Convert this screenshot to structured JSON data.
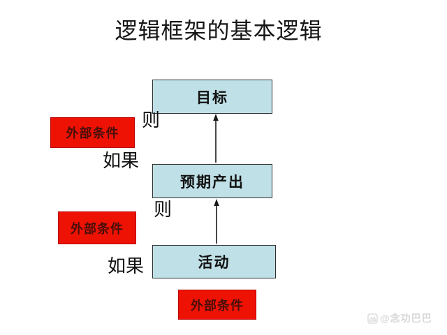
{
  "title": "逻辑框架的基本逻辑",
  "diagram": {
    "nodes": [
      {
        "id": "goal",
        "label": "目标"
      },
      {
        "id": "output",
        "label": "预期产出"
      },
      {
        "id": "activity",
        "label": "活动"
      }
    ],
    "conditions": [
      {
        "label": "外部条件"
      },
      {
        "label": "外部条件"
      },
      {
        "label": "外部条件"
      }
    ],
    "links": [
      {
        "then_label": "则",
        "if_label": "如果"
      },
      {
        "then_label": "则",
        "if_label": "如果"
      }
    ]
  },
  "watermark": {
    "logo_icon": "mountain-logo-icon",
    "text": "@念功巴巴"
  },
  "colors": {
    "node_fill": "#bfe0e6",
    "node_border": "#303030",
    "condition_fill": "#ee1205",
    "condition_border": "#b80000",
    "condition_text": "#490f08",
    "arrow": "#1a1a1a",
    "title_text": "#161616",
    "watermark_text": "#d7d7d7",
    "background": "#ffffff"
  }
}
